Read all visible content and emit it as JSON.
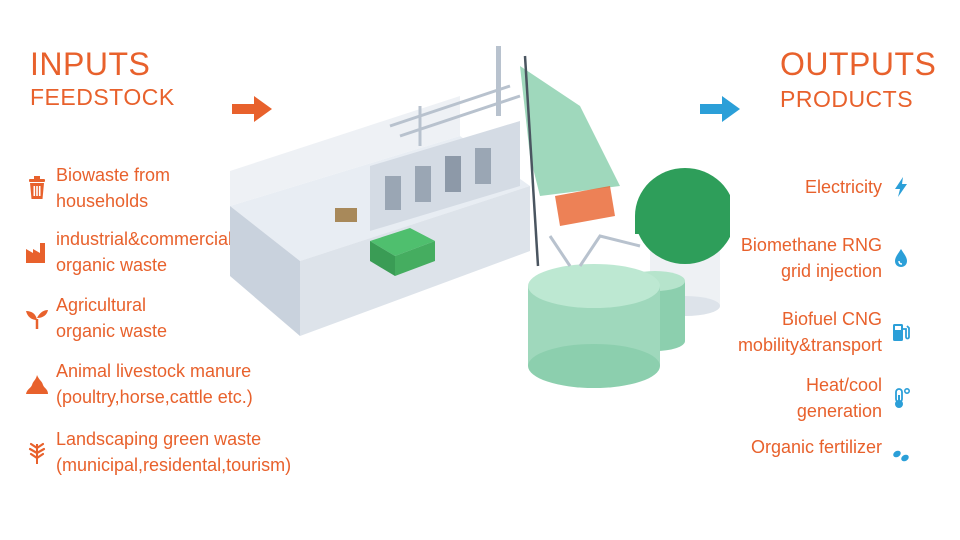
{
  "inputs": {
    "title": "INPUTS",
    "subtitle": "FEEDSTOCK",
    "items": [
      {
        "icon": "trash-bin-icon",
        "lines": [
          "Biowaste from",
          "households"
        ]
      },
      {
        "icon": "factory-icon",
        "lines": [
          "industrial&commercial",
          "organic waste"
        ]
      },
      {
        "icon": "sprout-icon",
        "lines": [
          "Agricultural",
          "organic waste"
        ]
      },
      {
        "icon": "manure-pile-icon",
        "lines": [
          "Animal livestock manure",
          "(poultry,horse,cattle etc.)"
        ]
      },
      {
        "icon": "leaf-icon",
        "lines": [
          "Landscaping green waste",
          "(municipal,residental,tourism)"
        ]
      }
    ]
  },
  "outputs": {
    "title": "OUTPUTS",
    "subtitle": "PRODUCTS",
    "items": [
      {
        "icon": "lightning-bolt-icon",
        "lines": [
          "Electricity"
        ]
      },
      {
        "icon": "water-drop-icon",
        "lines": [
          "Biomethane RNG",
          "grid injection"
        ]
      },
      {
        "icon": "fuel-pump-icon",
        "lines": [
          "Biofuel CNG",
          "mobility&transport"
        ]
      },
      {
        "icon": "thermometer-icon",
        "lines": [
          "Heat/cool",
          "generation"
        ]
      },
      {
        "icon": "fertilizer-pellets-icon",
        "lines": [
          "Organic fertilizer"
        ]
      }
    ]
  },
  "colors": {
    "text_orange": "#e8612c",
    "input_arrow": "#e8612c",
    "output_arrow": "#2b9fd8",
    "icon_blue": "#2b9fd8",
    "dome_green": "#2e9e5a",
    "tank_green": "#9fd8bc"
  }
}
